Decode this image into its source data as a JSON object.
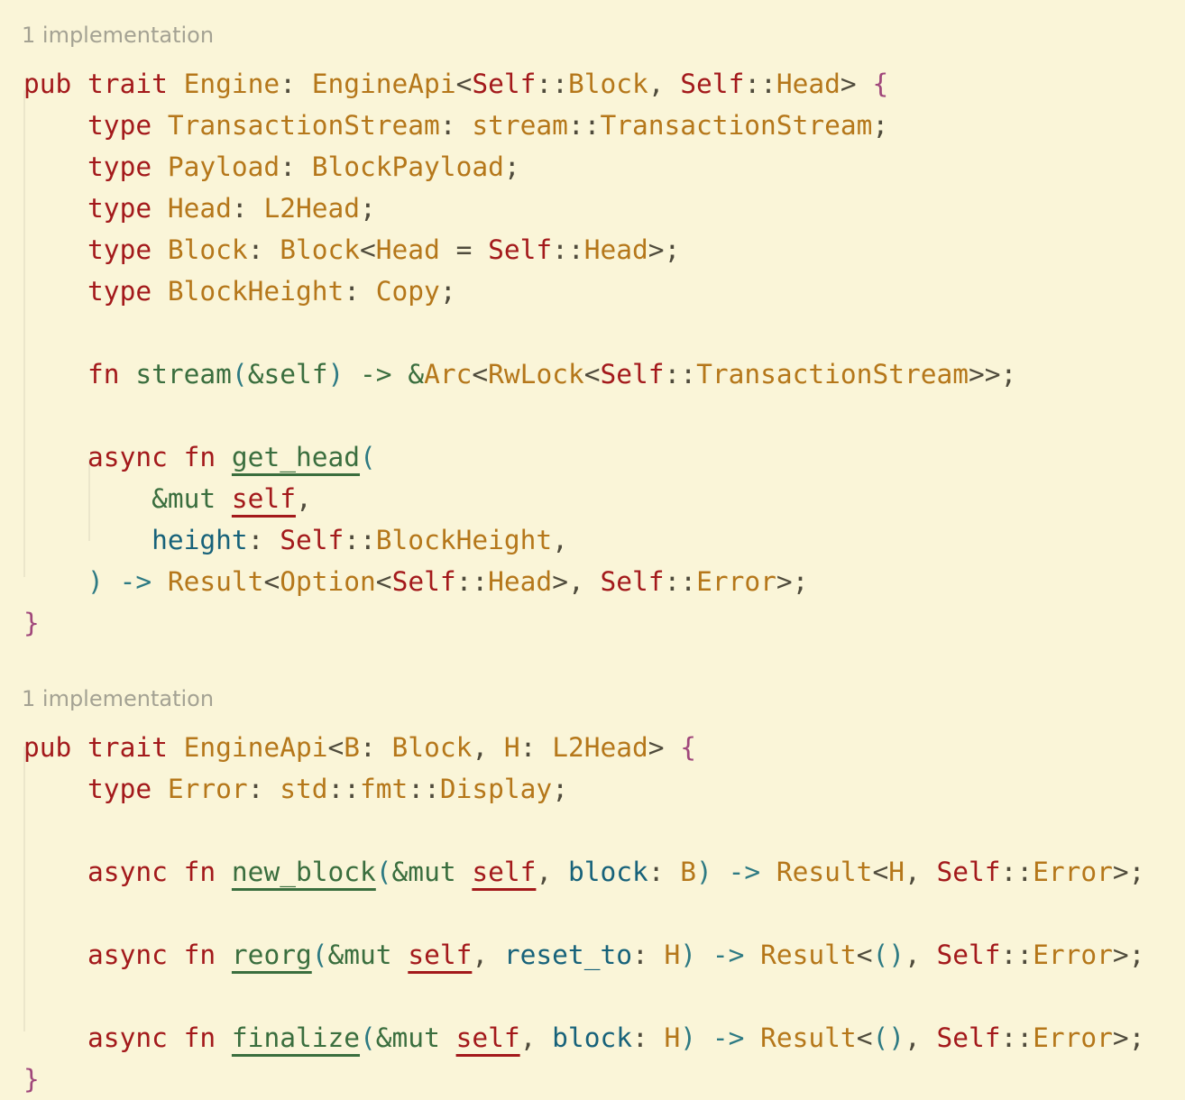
{
  "editor": {
    "language": "rust",
    "colors": {
      "background": "#faf5d8",
      "keyword": "#a3191b",
      "type": "#b5771a",
      "function": "#3a6e3e",
      "parameter": "#17627a",
      "operator": "#2d7a83",
      "brace": "#a0477b",
      "punctuation": "#4f4b3c",
      "codelens": "#a4a293"
    },
    "lines": [
      {
        "kind": "lens",
        "text": "1 implementation"
      },
      {
        "kind": "code",
        "tokens": [
          {
            "t": "pub ",
            "c": "kw"
          },
          {
            "t": "trait ",
            "c": "kw"
          },
          {
            "t": "Engine",
            "c": "ty"
          },
          {
            "t": ": ",
            "c": "pun"
          },
          {
            "t": "EngineApi",
            "c": "ty"
          },
          {
            "t": "<",
            "c": "pun"
          },
          {
            "t": "Self",
            "c": "kw"
          },
          {
            "t": "::",
            "c": "pun"
          },
          {
            "t": "Block",
            "c": "ty"
          },
          {
            "t": ", ",
            "c": "pun"
          },
          {
            "t": "Self",
            "c": "kw"
          },
          {
            "t": "::",
            "c": "pun"
          },
          {
            "t": "Head",
            "c": "ty"
          },
          {
            "t": "> ",
            "c": "pun"
          },
          {
            "t": "{",
            "c": "br"
          }
        ]
      },
      {
        "kind": "code",
        "tokens": [
          {
            "t": "    ",
            "c": "pun"
          },
          {
            "t": "type ",
            "c": "kw"
          },
          {
            "t": "TransactionStream",
            "c": "ty"
          },
          {
            "t": ": ",
            "c": "pun"
          },
          {
            "t": "stream",
            "c": "ty"
          },
          {
            "t": "::",
            "c": "pun"
          },
          {
            "t": "TransactionStream",
            "c": "ty"
          },
          {
            "t": ";",
            "c": "pun"
          }
        ]
      },
      {
        "kind": "code",
        "tokens": [
          {
            "t": "    ",
            "c": "pun"
          },
          {
            "t": "type ",
            "c": "kw"
          },
          {
            "t": "Payload",
            "c": "ty"
          },
          {
            "t": ": ",
            "c": "pun"
          },
          {
            "t": "BlockPayload",
            "c": "ty"
          },
          {
            "t": ";",
            "c": "pun"
          }
        ]
      },
      {
        "kind": "code",
        "tokens": [
          {
            "t": "    ",
            "c": "pun"
          },
          {
            "t": "type ",
            "c": "kw"
          },
          {
            "t": "Head",
            "c": "ty"
          },
          {
            "t": ": ",
            "c": "pun"
          },
          {
            "t": "L2Head",
            "c": "ty"
          },
          {
            "t": ";",
            "c": "pun"
          }
        ]
      },
      {
        "kind": "code",
        "tokens": [
          {
            "t": "    ",
            "c": "pun"
          },
          {
            "t": "type ",
            "c": "kw"
          },
          {
            "t": "Block",
            "c": "ty"
          },
          {
            "t": ": ",
            "c": "pun"
          },
          {
            "t": "Block",
            "c": "ty"
          },
          {
            "t": "<",
            "c": "pun"
          },
          {
            "t": "Head",
            "c": "ty"
          },
          {
            "t": " = ",
            "c": "pun"
          },
          {
            "t": "Self",
            "c": "kw"
          },
          {
            "t": "::",
            "c": "pun"
          },
          {
            "t": "Head",
            "c": "ty"
          },
          {
            "t": ">;",
            "c": "pun"
          }
        ]
      },
      {
        "kind": "code",
        "tokens": [
          {
            "t": "    ",
            "c": "pun"
          },
          {
            "t": "type ",
            "c": "kw"
          },
          {
            "t": "BlockHeight",
            "c": "ty"
          },
          {
            "t": ": ",
            "c": "pun"
          },
          {
            "t": "Copy",
            "c": "ty"
          },
          {
            "t": ";",
            "c": "pun"
          }
        ]
      },
      {
        "kind": "blank"
      },
      {
        "kind": "code",
        "tokens": [
          {
            "t": "    ",
            "c": "pun"
          },
          {
            "t": "fn ",
            "c": "kw"
          },
          {
            "t": "stream",
            "c": "fn"
          },
          {
            "t": "(",
            "c": "op"
          },
          {
            "t": "&self",
            "c": "fn"
          },
          {
            "t": ") ",
            "c": "op"
          },
          {
            "t": "-> ",
            "c": "fn"
          },
          {
            "t": "&",
            "c": "fn"
          },
          {
            "t": "Arc",
            "c": "ty"
          },
          {
            "t": "<",
            "c": "pun"
          },
          {
            "t": "RwLock",
            "c": "ty"
          },
          {
            "t": "<",
            "c": "pun"
          },
          {
            "t": "Self",
            "c": "kw"
          },
          {
            "t": "::",
            "c": "pun"
          },
          {
            "t": "TransactionStream",
            "c": "ty"
          },
          {
            "t": ">>;",
            "c": "pun"
          }
        ]
      },
      {
        "kind": "blank"
      },
      {
        "kind": "code",
        "tokens": [
          {
            "t": "    ",
            "c": "pun"
          },
          {
            "t": "async ",
            "c": "kw"
          },
          {
            "t": "fn ",
            "c": "kw"
          },
          {
            "t": "get_head",
            "c": "fndef"
          },
          {
            "t": "(",
            "c": "op"
          }
        ]
      },
      {
        "kind": "code",
        "tokens": [
          {
            "t": "        ",
            "c": "pun"
          },
          {
            "t": "&mut ",
            "c": "fn"
          },
          {
            "t": "self",
            "c": "selfp"
          },
          {
            "t": ",",
            "c": "pun"
          }
        ]
      },
      {
        "kind": "code",
        "tokens": [
          {
            "t": "        ",
            "c": "pun"
          },
          {
            "t": "height",
            "c": "par"
          },
          {
            "t": ": ",
            "c": "pun"
          },
          {
            "t": "Self",
            "c": "kw"
          },
          {
            "t": "::",
            "c": "pun"
          },
          {
            "t": "BlockHeight",
            "c": "ty"
          },
          {
            "t": ",",
            "c": "pun"
          }
        ]
      },
      {
        "kind": "code",
        "tokens": [
          {
            "t": "    ",
            "c": "pun"
          },
          {
            "t": ") ",
            "c": "op"
          },
          {
            "t": "-> ",
            "c": "op"
          },
          {
            "t": "Result",
            "c": "ty"
          },
          {
            "t": "<",
            "c": "pun"
          },
          {
            "t": "Option",
            "c": "ty"
          },
          {
            "t": "<",
            "c": "pun"
          },
          {
            "t": "Self",
            "c": "kw"
          },
          {
            "t": "::",
            "c": "pun"
          },
          {
            "t": "Head",
            "c": "ty"
          },
          {
            "t": ">, ",
            "c": "pun"
          },
          {
            "t": "Self",
            "c": "kw"
          },
          {
            "t": "::",
            "c": "pun"
          },
          {
            "t": "Error",
            "c": "ty"
          },
          {
            "t": ">;",
            "c": "pun"
          }
        ]
      },
      {
        "kind": "code",
        "tokens": [
          {
            "t": "}",
            "c": "br"
          }
        ]
      },
      {
        "kind": "blank"
      },
      {
        "kind": "lens",
        "text": "1 implementation"
      },
      {
        "kind": "code",
        "tokens": [
          {
            "t": "pub ",
            "c": "kw"
          },
          {
            "t": "trait ",
            "c": "kw"
          },
          {
            "t": "EngineApi",
            "c": "ty"
          },
          {
            "t": "<",
            "c": "pun"
          },
          {
            "t": "B",
            "c": "ty"
          },
          {
            "t": ": ",
            "c": "pun"
          },
          {
            "t": "Block",
            "c": "ty"
          },
          {
            "t": ", ",
            "c": "pun"
          },
          {
            "t": "H",
            "c": "ty"
          },
          {
            "t": ": ",
            "c": "pun"
          },
          {
            "t": "L2Head",
            "c": "ty"
          },
          {
            "t": "> ",
            "c": "pun"
          },
          {
            "t": "{",
            "c": "br"
          }
        ]
      },
      {
        "kind": "code",
        "tokens": [
          {
            "t": "    ",
            "c": "pun"
          },
          {
            "t": "type ",
            "c": "kw"
          },
          {
            "t": "Error",
            "c": "ty"
          },
          {
            "t": ": ",
            "c": "pun"
          },
          {
            "t": "std",
            "c": "ty"
          },
          {
            "t": "::",
            "c": "pun"
          },
          {
            "t": "fmt",
            "c": "ty"
          },
          {
            "t": "::",
            "c": "pun"
          },
          {
            "t": "Display",
            "c": "ty"
          },
          {
            "t": ";",
            "c": "pun"
          }
        ]
      },
      {
        "kind": "blank"
      },
      {
        "kind": "code",
        "tokens": [
          {
            "t": "    ",
            "c": "pun"
          },
          {
            "t": "async ",
            "c": "kw"
          },
          {
            "t": "fn ",
            "c": "kw"
          },
          {
            "t": "new_block",
            "c": "fndef"
          },
          {
            "t": "(",
            "c": "op"
          },
          {
            "t": "&mut ",
            "c": "fn"
          },
          {
            "t": "self",
            "c": "selfp"
          },
          {
            "t": ", ",
            "c": "pun"
          },
          {
            "t": "block",
            "c": "par"
          },
          {
            "t": ": ",
            "c": "pun"
          },
          {
            "t": "B",
            "c": "ty"
          },
          {
            "t": ") ",
            "c": "op"
          },
          {
            "t": "-> ",
            "c": "op"
          },
          {
            "t": "Result",
            "c": "ty"
          },
          {
            "t": "<",
            "c": "pun"
          },
          {
            "t": "H",
            "c": "ty"
          },
          {
            "t": ", ",
            "c": "pun"
          },
          {
            "t": "Self",
            "c": "kw"
          },
          {
            "t": "::",
            "c": "pun"
          },
          {
            "t": "Error",
            "c": "ty"
          },
          {
            "t": ">;",
            "c": "pun"
          }
        ]
      },
      {
        "kind": "blank"
      },
      {
        "kind": "code",
        "tokens": [
          {
            "t": "    ",
            "c": "pun"
          },
          {
            "t": "async ",
            "c": "kw"
          },
          {
            "t": "fn ",
            "c": "kw"
          },
          {
            "t": "reorg",
            "c": "fndef"
          },
          {
            "t": "(",
            "c": "op"
          },
          {
            "t": "&mut ",
            "c": "fn"
          },
          {
            "t": "self",
            "c": "selfp"
          },
          {
            "t": ", ",
            "c": "pun"
          },
          {
            "t": "reset_to",
            "c": "par"
          },
          {
            "t": ": ",
            "c": "pun"
          },
          {
            "t": "H",
            "c": "ty"
          },
          {
            "t": ") ",
            "c": "op"
          },
          {
            "t": "-> ",
            "c": "op"
          },
          {
            "t": "Result",
            "c": "ty"
          },
          {
            "t": "<",
            "c": "pun"
          },
          {
            "t": "()",
            "c": "op"
          },
          {
            "t": ", ",
            "c": "pun"
          },
          {
            "t": "Self",
            "c": "kw"
          },
          {
            "t": "::",
            "c": "pun"
          },
          {
            "t": "Error",
            "c": "ty"
          },
          {
            "t": ">;",
            "c": "pun"
          }
        ]
      },
      {
        "kind": "blank"
      },
      {
        "kind": "code",
        "tokens": [
          {
            "t": "    ",
            "c": "pun"
          },
          {
            "t": "async ",
            "c": "kw"
          },
          {
            "t": "fn ",
            "c": "kw"
          },
          {
            "t": "finalize",
            "c": "fndef"
          },
          {
            "t": "(",
            "c": "op"
          },
          {
            "t": "&mut ",
            "c": "fn"
          },
          {
            "t": "self",
            "c": "selfp"
          },
          {
            "t": ", ",
            "c": "pun"
          },
          {
            "t": "block",
            "c": "par"
          },
          {
            "t": ": ",
            "c": "pun"
          },
          {
            "t": "H",
            "c": "ty"
          },
          {
            "t": ") ",
            "c": "op"
          },
          {
            "t": "-> ",
            "c": "op"
          },
          {
            "t": "Result",
            "c": "ty"
          },
          {
            "t": "<",
            "c": "pun"
          },
          {
            "t": "()",
            "c": "op"
          },
          {
            "t": ", ",
            "c": "pun"
          },
          {
            "t": "Self",
            "c": "kw"
          },
          {
            "t": "::",
            "c": "pun"
          },
          {
            "t": "Error",
            "c": "ty"
          },
          {
            "t": ">;",
            "c": "pun"
          }
        ]
      },
      {
        "kind": "code",
        "tokens": [
          {
            "t": "}",
            "c": "br"
          }
        ]
      }
    ]
  }
}
